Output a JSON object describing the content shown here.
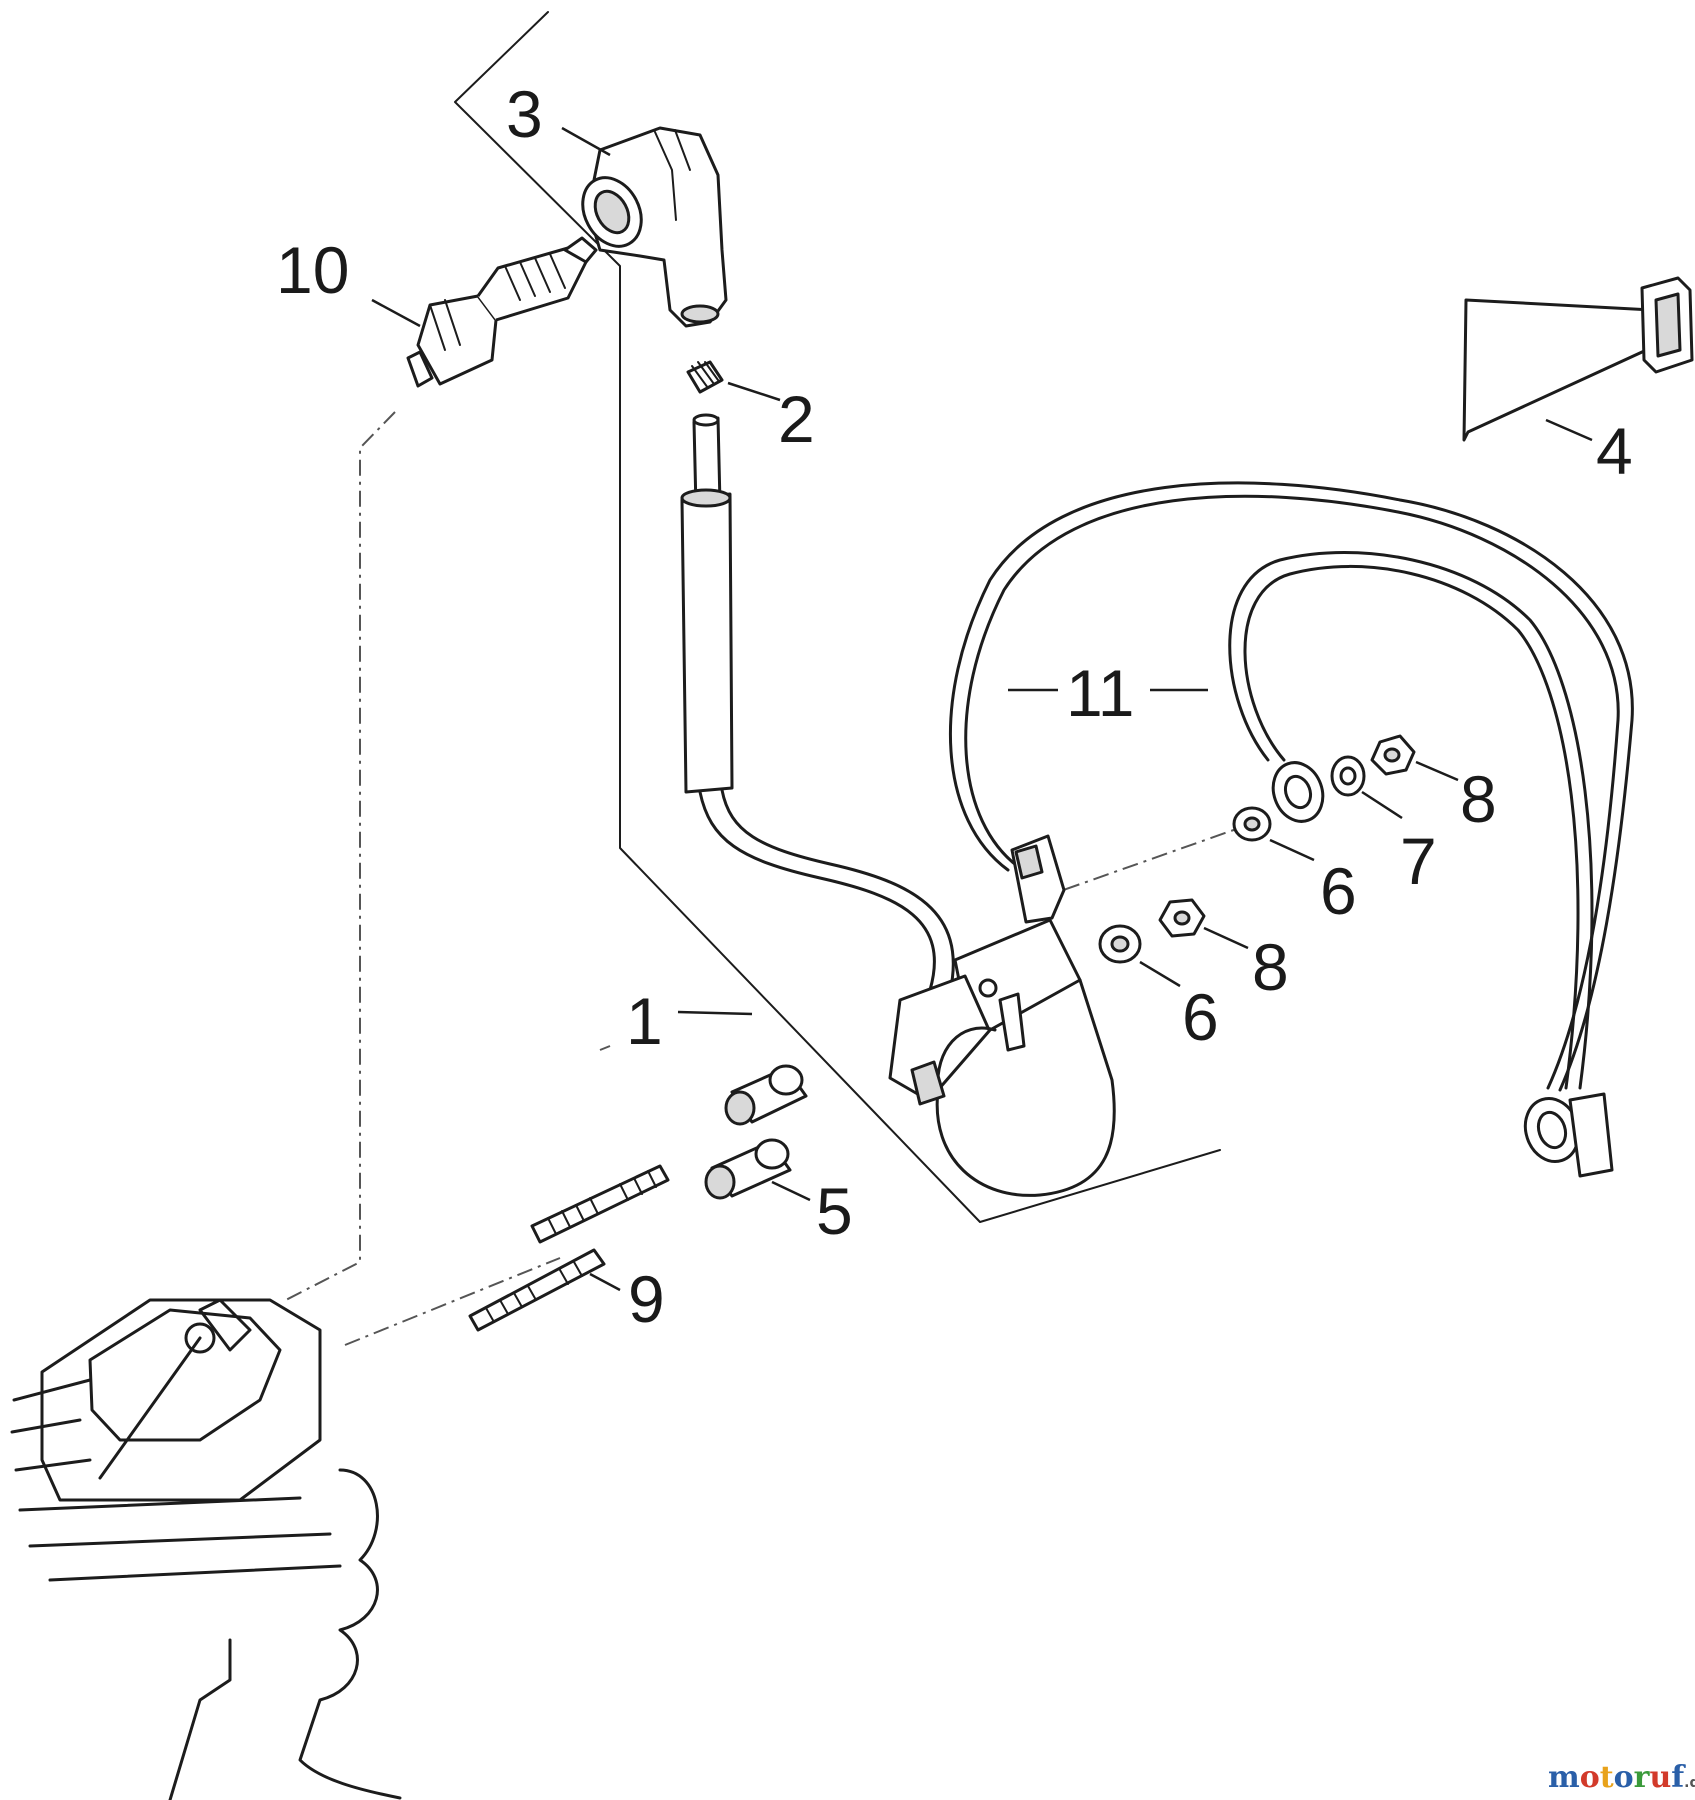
{
  "callouts": {
    "c1": "1",
    "c2": "2",
    "c3": "3",
    "c4": "4",
    "c5": "5",
    "c6a": "6",
    "c6b": "6",
    "c7": "7",
    "c8a": "8",
    "c8b": "8",
    "c9": "9",
    "c10": "10",
    "c11": "11"
  },
  "watermark": {
    "brand": "motoruf",
    "tld": ".de",
    "colors": [
      "#2a5fa8",
      "#d23a2a",
      "#e8a21a",
      "#2a5fa8",
      "#3a9a3a",
      "#d23a2a",
      "#2a5fa8"
    ]
  }
}
